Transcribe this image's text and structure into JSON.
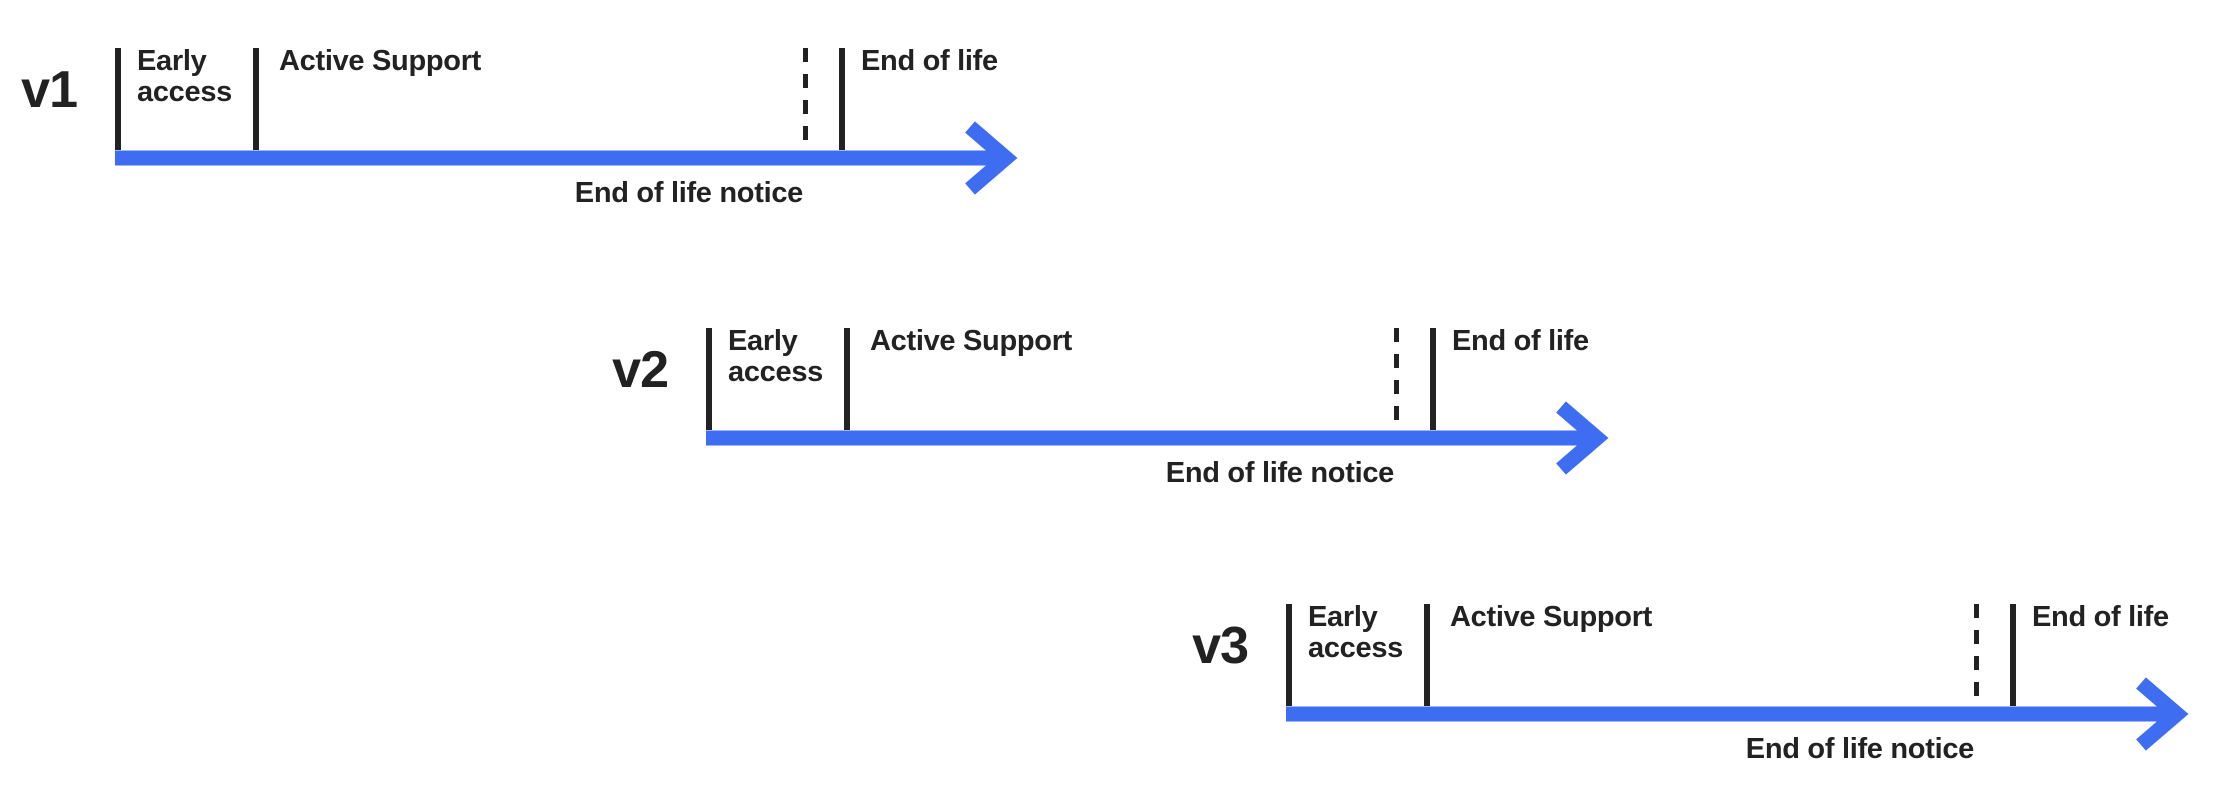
{
  "colors": {
    "arrow_blue": "#3E6DF2",
    "ink": "#222222",
    "background": "#ffffff"
  },
  "timelines": [
    {
      "version": "v1",
      "phase_labels": {
        "early_access": "Early access",
        "active_support": "Active Support",
        "end_of_life": "End of life",
        "end_of_life_notice": "End of life notice"
      }
    },
    {
      "version": "v2",
      "phase_labels": {
        "early_access": "Early access",
        "active_support": "Active Support",
        "end_of_life": "End of life",
        "end_of_life_notice": "End of life notice"
      }
    },
    {
      "version": "v3",
      "phase_labels": {
        "early_access": "Early access",
        "active_support": "Active Support",
        "end_of_life": "End of life",
        "end_of_life_notice": "End of life notice"
      }
    }
  ]
}
